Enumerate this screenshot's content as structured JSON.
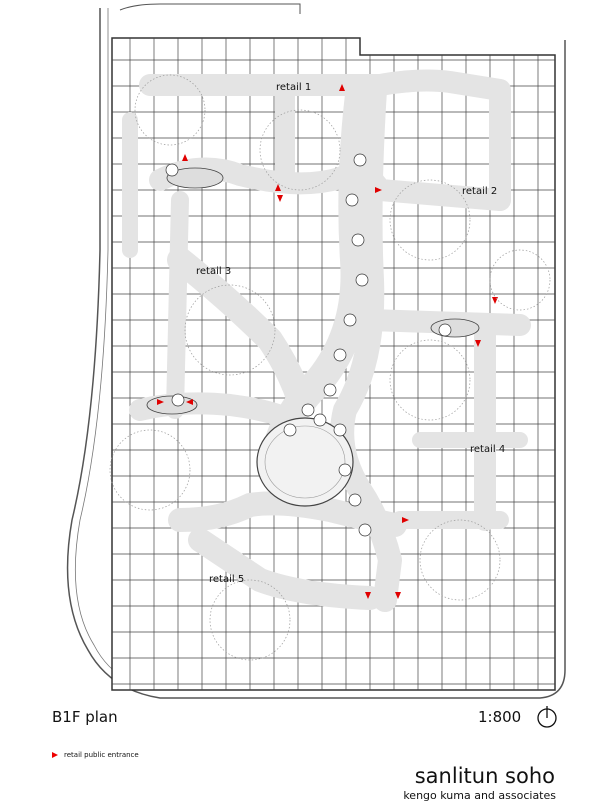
{
  "plan": {
    "title": "B1F plan",
    "scale": "1:800",
    "north_arrow_icon": "north-arrow-icon",
    "zones": [
      "retail 1",
      "retail 2",
      "retail 3",
      "retail 4",
      "retail 5"
    ]
  },
  "legend": {
    "entrance_label": "retail public entrance",
    "entrance_color": "#e00000"
  },
  "credits": {
    "project": "sanlitun soho",
    "architect": "kengo kuma and associates"
  }
}
